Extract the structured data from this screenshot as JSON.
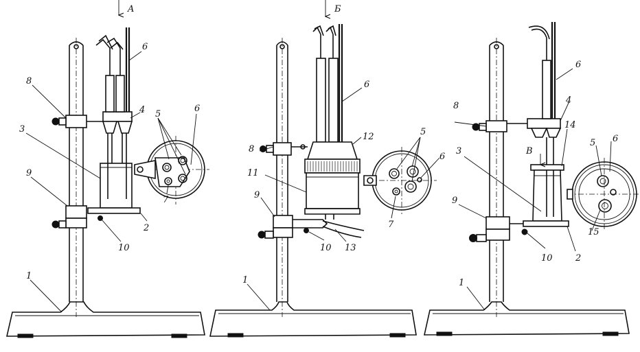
{
  "figure": {
    "left": {
      "view_label": "A",
      "labels": {
        "n1": "1",
        "n2": "2",
        "n3": "3",
        "n4": "4",
        "n5": "5",
        "n6a": "6",
        "n6b": "6",
        "n7": "7",
        "n8": "8",
        "n9": "9",
        "n10": "10"
      }
    },
    "middle": {
      "view_label": "Б",
      "labels": {
        "n1": "1",
        "n5": "5",
        "n6a": "6",
        "n6b": "6",
        "n7": "7",
        "n8": "8",
        "n9": "9",
        "n10": "10",
        "n11": "11",
        "n12": "12",
        "n13": "13"
      }
    },
    "right": {
      "view_label": "В",
      "labels": {
        "n1": "1",
        "n2": "2",
        "n3": "3",
        "n4": "4",
        "n5": "5",
        "n6a": "6",
        "n6b": "6",
        "n8": "8",
        "n9": "9",
        "n10": "10",
        "n14": "14",
        "n15": "15"
      }
    }
  }
}
